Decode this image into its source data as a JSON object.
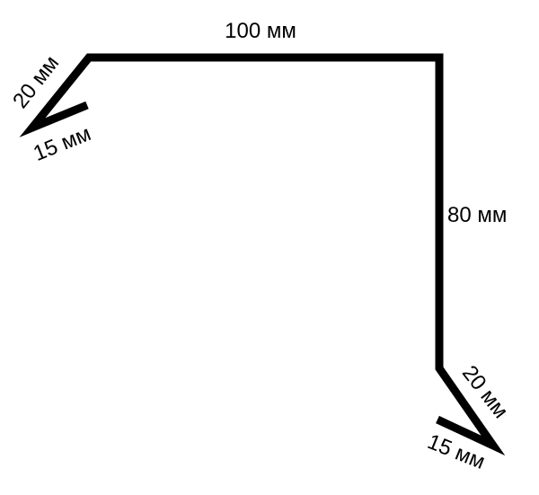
{
  "diagram": {
    "line_color": "#000000",
    "background": "#ffffff",
    "labels": {
      "top_width": "100 мм",
      "right_height": "80 мм",
      "left_fold_length": "20 мм",
      "left_fold_return": "15 мм",
      "bottom_fold_length": "20 мм",
      "bottom_fold_return": "15 мм"
    }
  }
}
